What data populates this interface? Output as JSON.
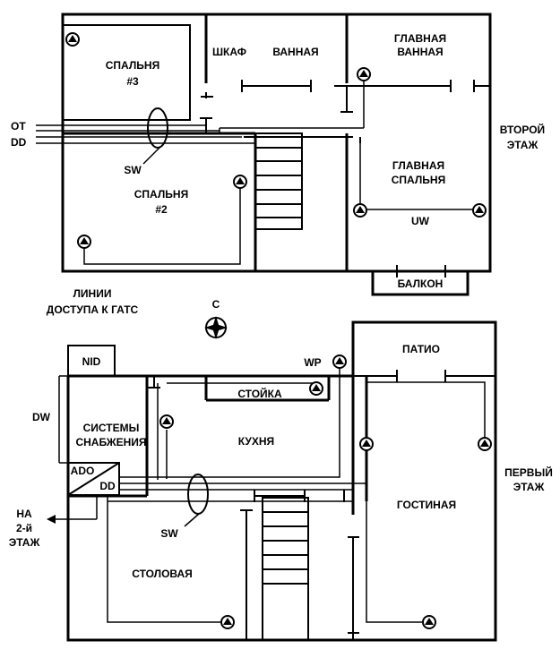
{
  "upper_floor": {
    "label": [
      "ВТОРОЙ",
      "ЭТАЖ"
    ],
    "rooms": {
      "bedroom3": [
        "СПАЛЬНЯ",
        "#3"
      ],
      "closet": "ШКАФ",
      "bathroom": "ВАННАЯ",
      "master_bath": [
        "ГЛАВНАЯ",
        "ВАННАЯ"
      ],
      "bedroom2": [
        "СПАЛЬНЯ",
        "#2"
      ],
      "master_bedroom": [
        "ГЛАВНАЯ",
        "СПАЛЬНЯ"
      ],
      "balcony": "БАЛКОН"
    },
    "labels": {
      "ot": "OT",
      "dd": "DD",
      "sw": "SW",
      "uw": "UW"
    }
  },
  "lower_floor": {
    "label": [
      "ПЕРВЫЙ",
      "ЭТАЖ"
    ],
    "rooms": {
      "patio": "ПАТИО",
      "counter": "СТОЙКА",
      "kitchen": "КУХНЯ",
      "utilities": [
        "СИСТЕМЫ",
        "СНАБЖЕНИЯ"
      ],
      "living": "ГОСТИНАЯ",
      "dining": "СТОЛОВАЯ"
    },
    "labels": {
      "nid": "NID",
      "ado": "ADO",
      "dd": "DD",
      "dw": "DW",
      "wp": "WP",
      "sw": "SW",
      "access_lines": [
        "ЛИНИИ",
        "ДОСТУПА К ГАТС"
      ],
      "to_second_floor": [
        "НА",
        "2-й",
        "ЭТАЖ"
      ]
    }
  },
  "compass": {
    "label": "C"
  },
  "icons": {
    "outlet": "outlet-icon",
    "compass": "compass-icon"
  }
}
